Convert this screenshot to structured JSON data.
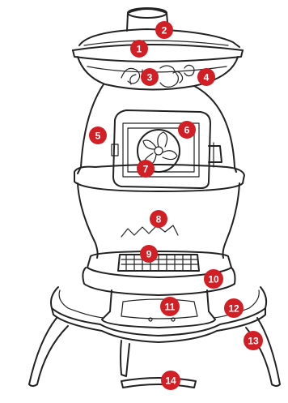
{
  "colors": {
    "ink": "#222222",
    "marker": "#d21f26",
    "marker_text": "#ffffff",
    "background": "#ffffff"
  },
  "markers": [
    {
      "id": "1",
      "label": "1"
    },
    {
      "id": "2",
      "label": "2"
    },
    {
      "id": "3",
      "label": "3"
    },
    {
      "id": "4",
      "label": "4"
    },
    {
      "id": "5",
      "label": "5"
    },
    {
      "id": "6",
      "label": "6"
    },
    {
      "id": "7",
      "label": "7"
    },
    {
      "id": "8",
      "label": "8"
    },
    {
      "id": "9",
      "label": "9"
    },
    {
      "id": "10",
      "label": "10"
    },
    {
      "id": "11",
      "label": "11"
    },
    {
      "id": "12",
      "label": "12"
    },
    {
      "id": "13",
      "label": "13"
    },
    {
      "id": "14",
      "label": "14"
    }
  ]
}
